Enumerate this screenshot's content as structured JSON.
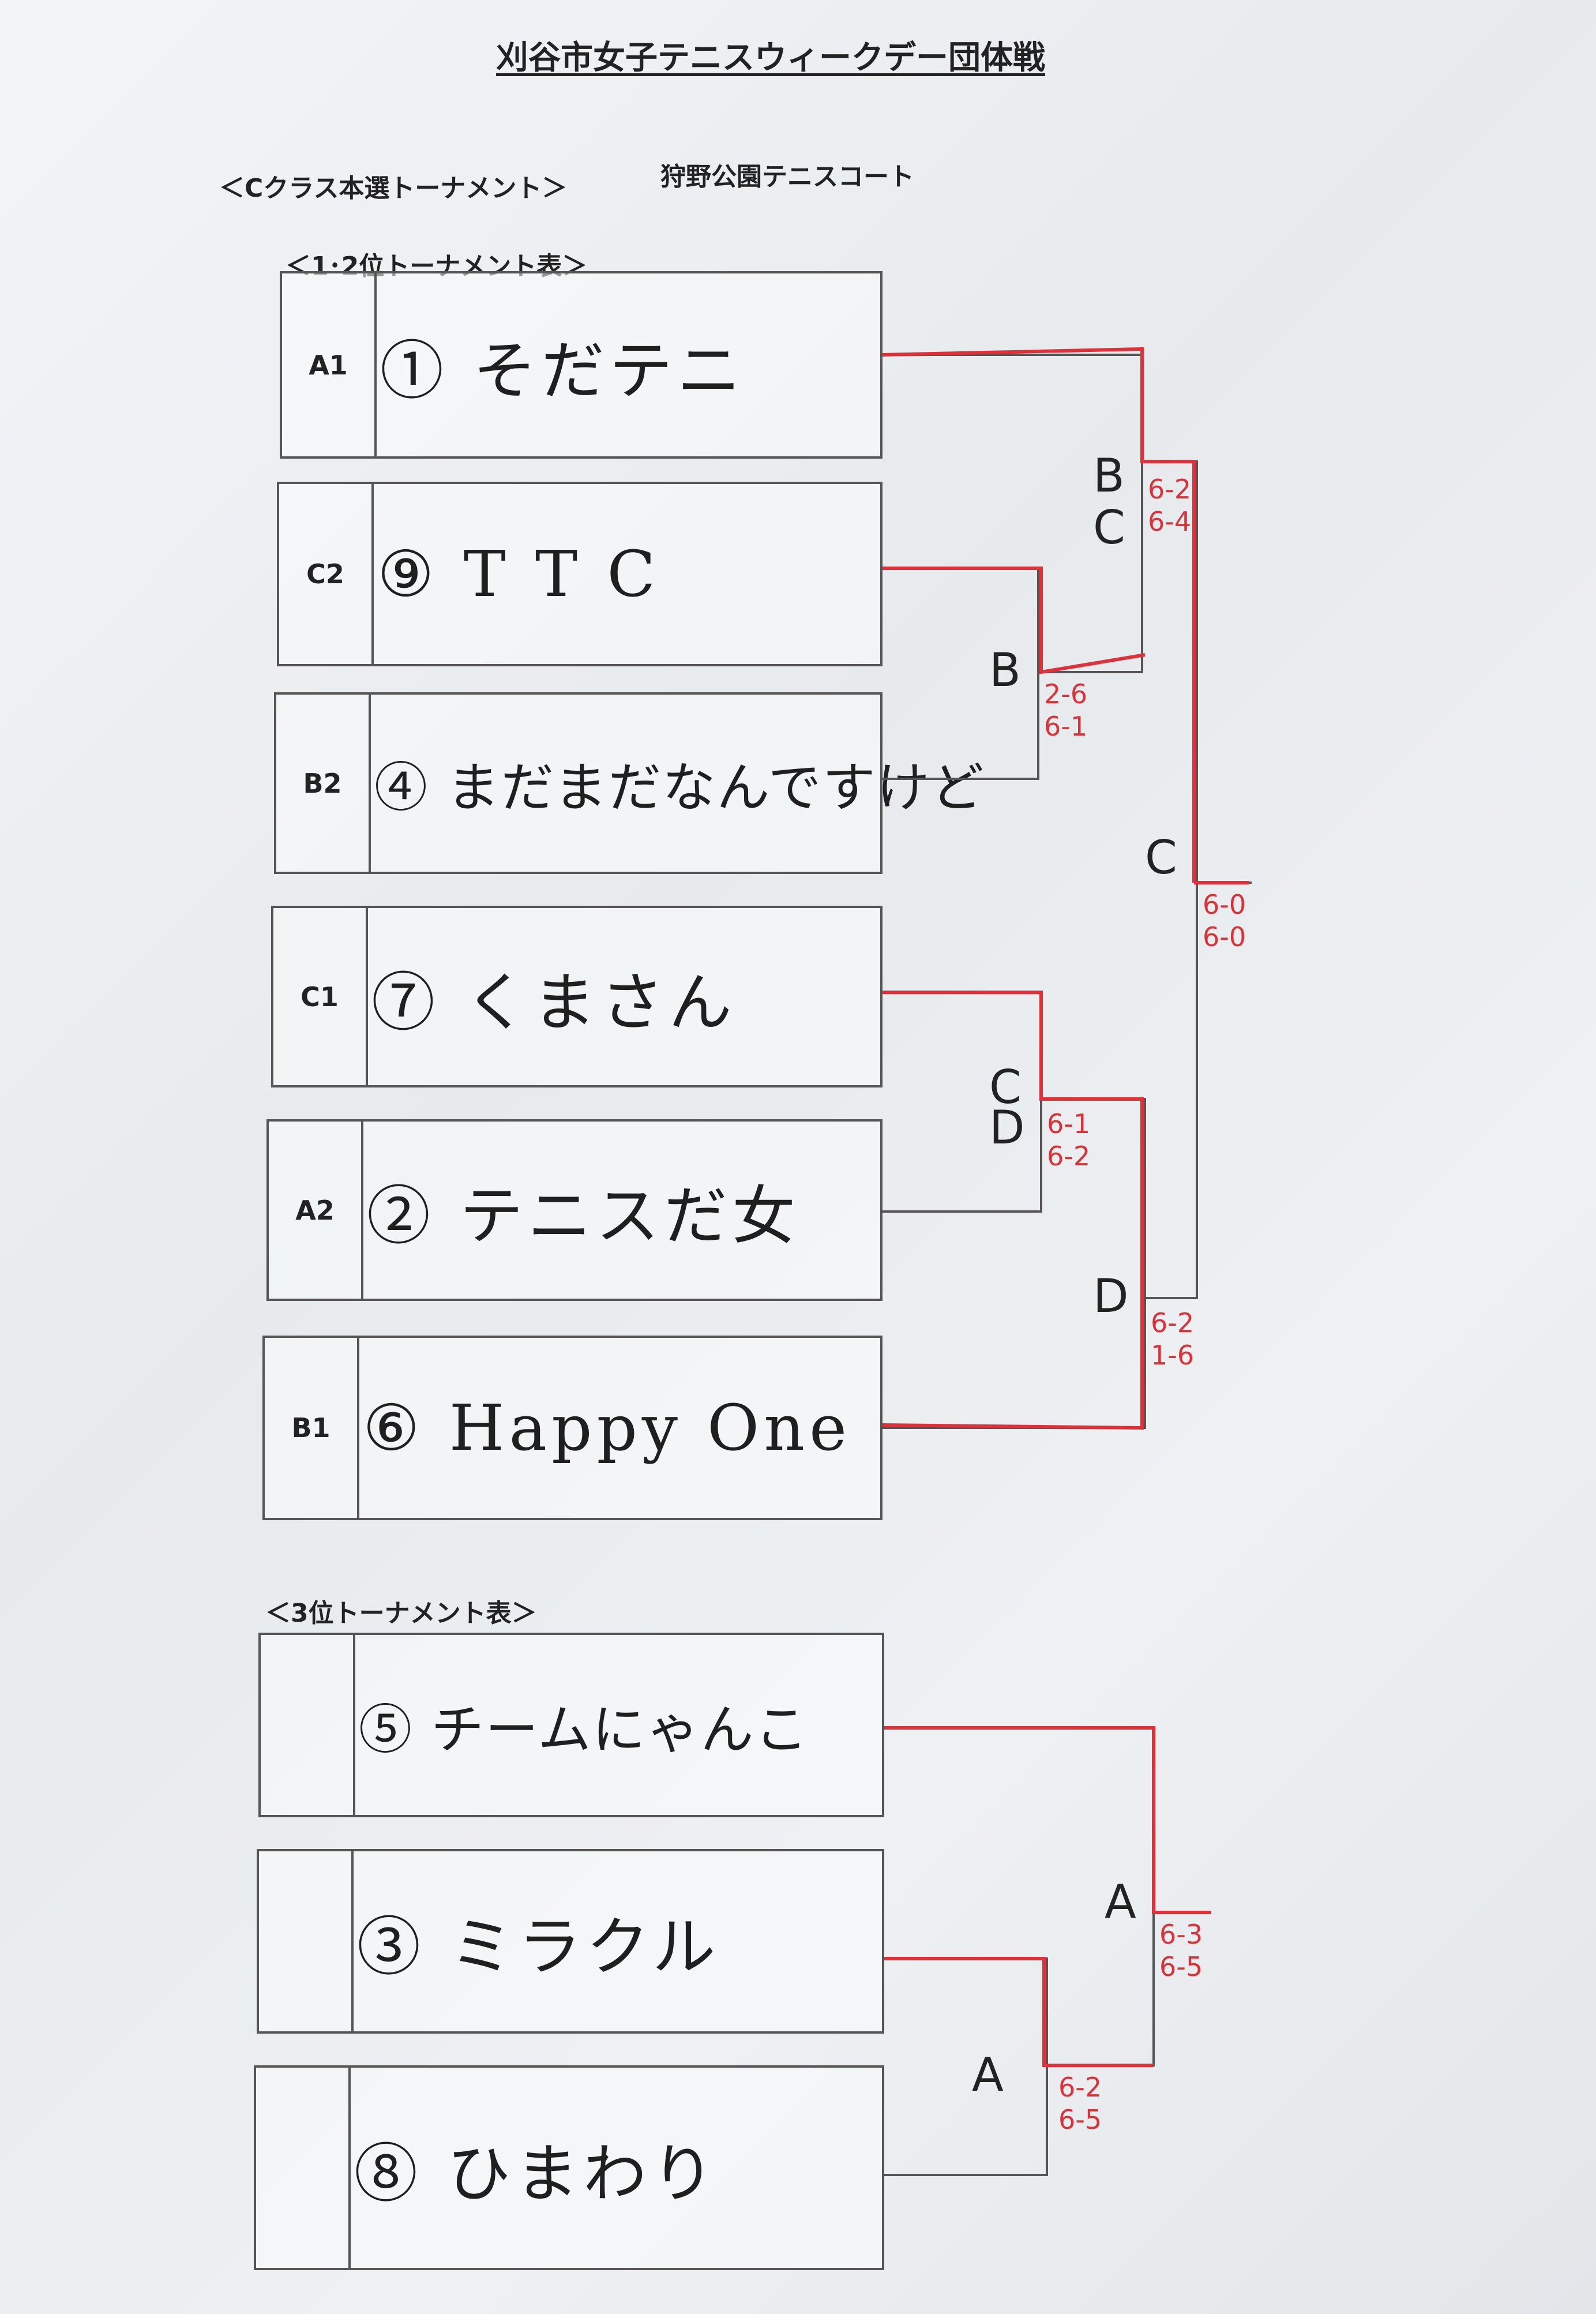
{
  "header": {
    "title": "刈谷市女子テニスウィークデー団体戦",
    "class_label": "＜Cクラス本選トーナメント＞",
    "venue": "狩野公園テニスコート"
  },
  "main_bracket": {
    "label": "＜1･2位トーナメント表＞",
    "entries": [
      {
        "seed": "A1",
        "name": "① そだテニ"
      },
      {
        "seed": "C2",
        "name": "⑨ T T C"
      },
      {
        "seed": "B2",
        "name": "④ まだまだなんですけど"
      },
      {
        "seed": "C1",
        "name": "⑦ くまさん"
      },
      {
        "seed": "A2",
        "name": "② テニスだ女"
      },
      {
        "seed": "B1",
        "name": "⑥ Happy One"
      }
    ],
    "winners": [
      "B",
      "B\nC",
      "C\nD",
      "D",
      "C"
    ],
    "scores": [
      "2-6\n6-1",
      "6-2\n6-4",
      "6-1\n6-2",
      "6-2\n1-6",
      "6-0\n6-0"
    ]
  },
  "third_bracket": {
    "label": "＜3位トーナメント表＞",
    "entries": [
      {
        "seed": "",
        "name": "⑤ チームにゃんこ"
      },
      {
        "seed": "",
        "name": "③ ミラクル"
      },
      {
        "seed": "",
        "name": "⑧ ひまわり"
      }
    ],
    "winners": [
      "A",
      "A"
    ],
    "scores": [
      "6-2\n6-5",
      "6-3\n6-5"
    ]
  }
}
